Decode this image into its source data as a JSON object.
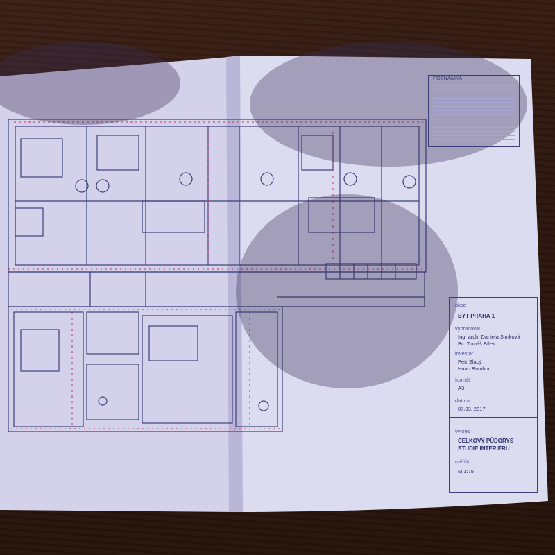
{
  "note": {
    "title": "POZNÁMKA"
  },
  "title_block": {
    "akce_label": "akce",
    "akce_value": "BYT PRAHA 1",
    "vypracoval_label": "vypracoval",
    "vypracoval_1": "Ing. arch. Daniela Šimková",
    "vypracoval_2": "Bc. Tomáš Bílek",
    "investor_label": "investor",
    "investor_1": "Petr Slabý",
    "investor_2": "Huan Bambur",
    "format_label": "formát",
    "format_value": "A3",
    "datum_label": "datum",
    "datum_value": "07.03. 2017",
    "vykres_label": "výkres",
    "vykres_1": "CELKOVÝ PŮDORYS",
    "vykres_2": "STUDIE INTERIÉRU",
    "meritko_label": "měřítko",
    "meritko_value": "M 1:75"
  },
  "colors": {
    "paper": "#d9d9ee",
    "ink_blue": "#3d3f7a",
    "ink_red": "#c0325a",
    "wood": "#2b160d"
  }
}
